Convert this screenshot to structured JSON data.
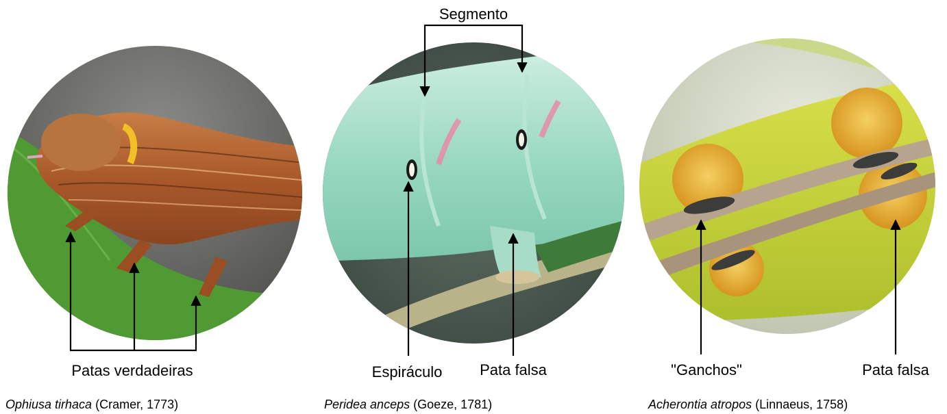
{
  "panels": [
    {
      "id": "left",
      "species": "Ophiusa tirhaca",
      "author": " (Cramer, 1773)",
      "labels": {
        "legs": "Patas verdadeiras"
      }
    },
    {
      "id": "middle",
      "species": "Peridea anceps",
      "author": " (Goeze, 1781)",
      "labels": {
        "segment": "Segmento",
        "spiracle": "Espiráculo",
        "proleg": "Pata falsa"
      }
    },
    {
      "id": "right",
      "species": "Acherontia atropos",
      "author": " (Linnaeus, 1758)",
      "labels": {
        "hooks": "\"Ganchos\"",
        "proleg": "Pata falsa"
      }
    }
  ],
  "colors": {
    "leaf": "#4f9a32",
    "brown_body": "#b5652c",
    "mint_body": "#9fdcc4",
    "yellow_body": "#c6d23a",
    "proleg_orange": "#e3a52a",
    "bg_gray": "#6f6f6a"
  }
}
